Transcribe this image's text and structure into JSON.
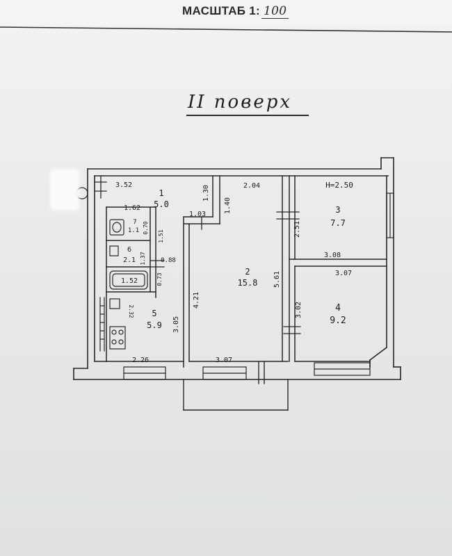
{
  "header": {
    "scale_label": "МАСШТАБ 1:",
    "scale_value": "100"
  },
  "plan": {
    "floor_title": "II поверх",
    "ceiling_height": "H=2.50",
    "rooms": [
      {
        "number": "1",
        "area": "5.0"
      },
      {
        "number": "2",
        "area": "15.8"
      },
      {
        "number": "3",
        "area": "7.7"
      },
      {
        "number": "4",
        "area": "9.2"
      },
      {
        "number": "5",
        "area": "5.9"
      },
      {
        "number": "6",
        "area": "2.1"
      },
      {
        "number": "7",
        "area": "1.1"
      }
    ],
    "dimensions": {
      "d_352": "3.52",
      "d_130": "1.30",
      "d_162": "1.62",
      "d_103": "1.03",
      "d_140": "1.40",
      "d_204": "2.04",
      "d_070": "0.70",
      "d_151": "1.51",
      "d_137": "1.37",
      "d_088": "0.88",
      "d_152": "1.52",
      "d_073": "0.73",
      "d_232": "2.32",
      "d_305": "3.05",
      "d_421": "4.21",
      "d_561": "5.61",
      "d_251": "2.51",
      "d_308": "3.08",
      "d_307_top": "3.07",
      "d_302": "3.02",
      "d_226": "2.26",
      "d_307_bottom": "3.07"
    }
  }
}
